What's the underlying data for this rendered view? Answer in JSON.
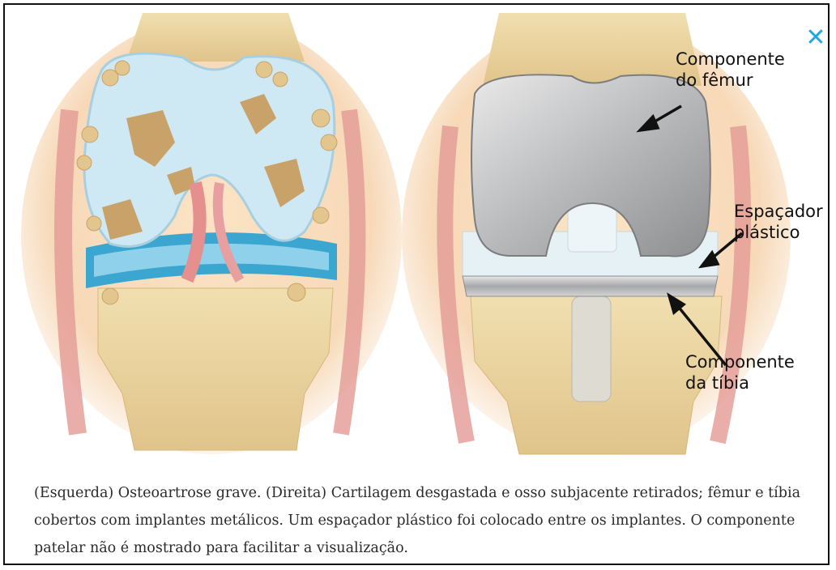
{
  "window": {
    "close_icon": "close-x-icon",
    "accent_color": "#1ea7e0"
  },
  "figure": {
    "labels": {
      "femur": [
        "Componente",
        "do fêmur"
      ],
      "spacer": [
        "Espaçador",
        "plástico"
      ],
      "tibia": [
        "Componente",
        "da tíbia"
      ]
    }
  },
  "caption": "(Esquerda) Osteoartrose grave. (Direita) Cartilagem desgastada e osso subjacente retirados; fêmur e tíbia cobertos com implantes metálicos. Um espaçador plástico foi colocado entre os implantes. O componente patelar não é mostrado para facilitar a visualização."
}
